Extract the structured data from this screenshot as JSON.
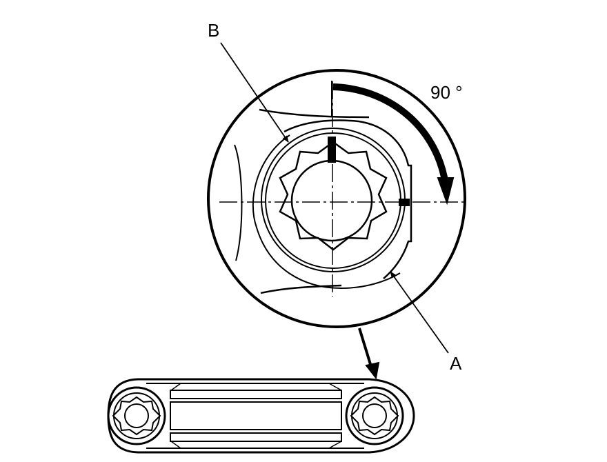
{
  "labels": {
    "callout_b": "B",
    "callout_a": "A",
    "rotation_angle": "90 °"
  },
  "colors": {
    "ink": "#000000",
    "paper": "#ffffff"
  },
  "icons": {
    "rotation_arrow": "curved-arrow-icon",
    "spline_bore": "twelve-point-spline-icon"
  }
}
